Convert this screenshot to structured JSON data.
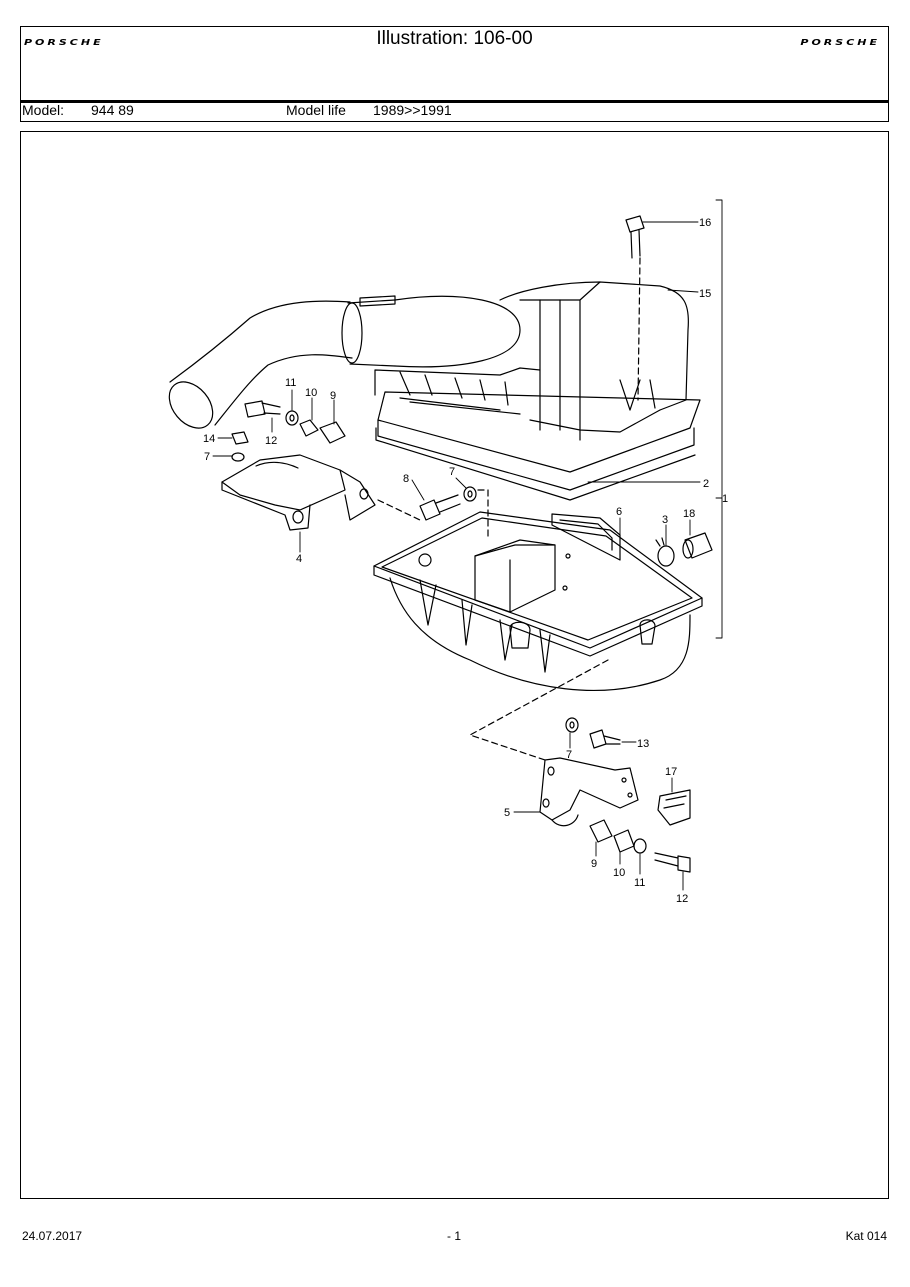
{
  "header": {
    "brand_left": "PORSCHE",
    "title": "Illustration: 106-00",
    "brand_right": "PORSCHE"
  },
  "model_row": {
    "model_label": "Model:",
    "model_value": "944 89",
    "life_label": "Model life",
    "life_value": "1989>>1991"
  },
  "callouts": {
    "c1": "1",
    "c2": "2",
    "c3": "3",
    "c4": "4",
    "c5": "5",
    "c6": "6",
    "c7a": "7",
    "c7b": "7",
    "c7c": "7",
    "c8": "8",
    "c9a": "9",
    "c9b": "9",
    "c10a": "10",
    "c10b": "10",
    "c11a": "11",
    "c11b": "11",
    "c12a": "12",
    "c12b": "12",
    "c13": "13",
    "c14": "14",
    "c15": "15",
    "c16": "16",
    "c17": "17",
    "c18": "18"
  },
  "footer": {
    "date": "24.07.2017",
    "page": "- 1",
    "catalog": "Kat 014"
  }
}
